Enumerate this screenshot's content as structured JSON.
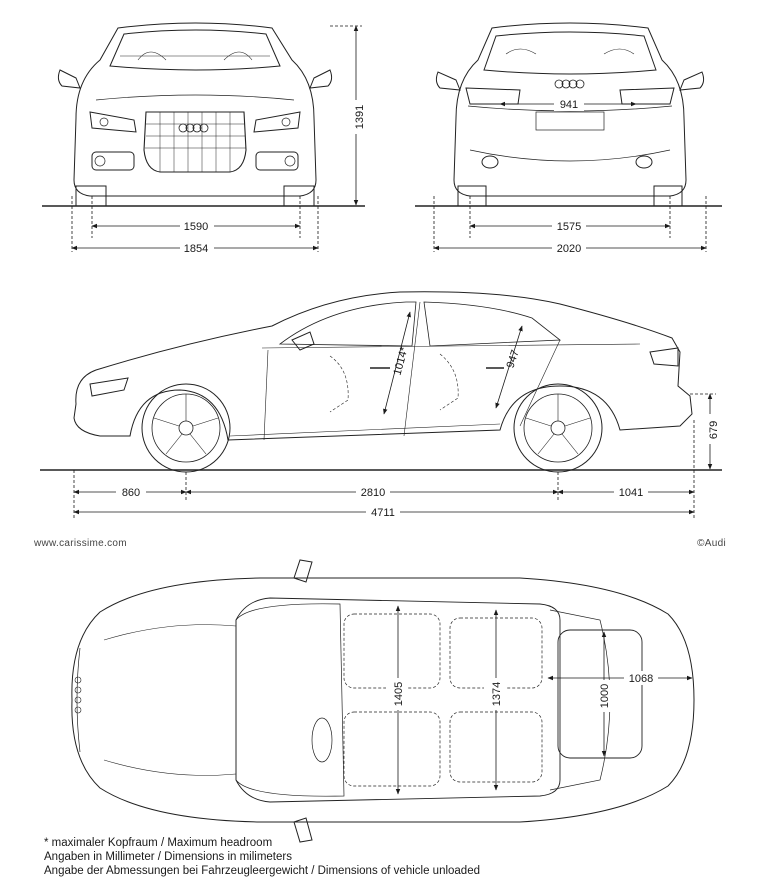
{
  "dimensions": {
    "height": "1391",
    "rear_light_width": "941",
    "front_track": "1590",
    "width_body": "1854",
    "rear_track": "1575",
    "width_mirrors": "2020",
    "headroom_front": "1014*",
    "headroom_rear": "947",
    "ground_clearance": "679",
    "front_overhang": "860",
    "wheelbase": "2810",
    "rear_overhang": "1041",
    "length": "4711",
    "shoulder_front": "1405",
    "shoulder_rear": "1374",
    "trunk_width": "1000",
    "trunk_length": "1068"
  },
  "site": "www.carissime.com",
  "copyright": "©Audi",
  "notes": [
    "* maximaler Kopfraum / Maximum headroom",
    "Angaben in Millimeter / Dimensions in milimeters",
    "Angabe der Abmessungen bei Fahrzeugleergewicht / Dimensions of vehicle unloaded"
  ]
}
